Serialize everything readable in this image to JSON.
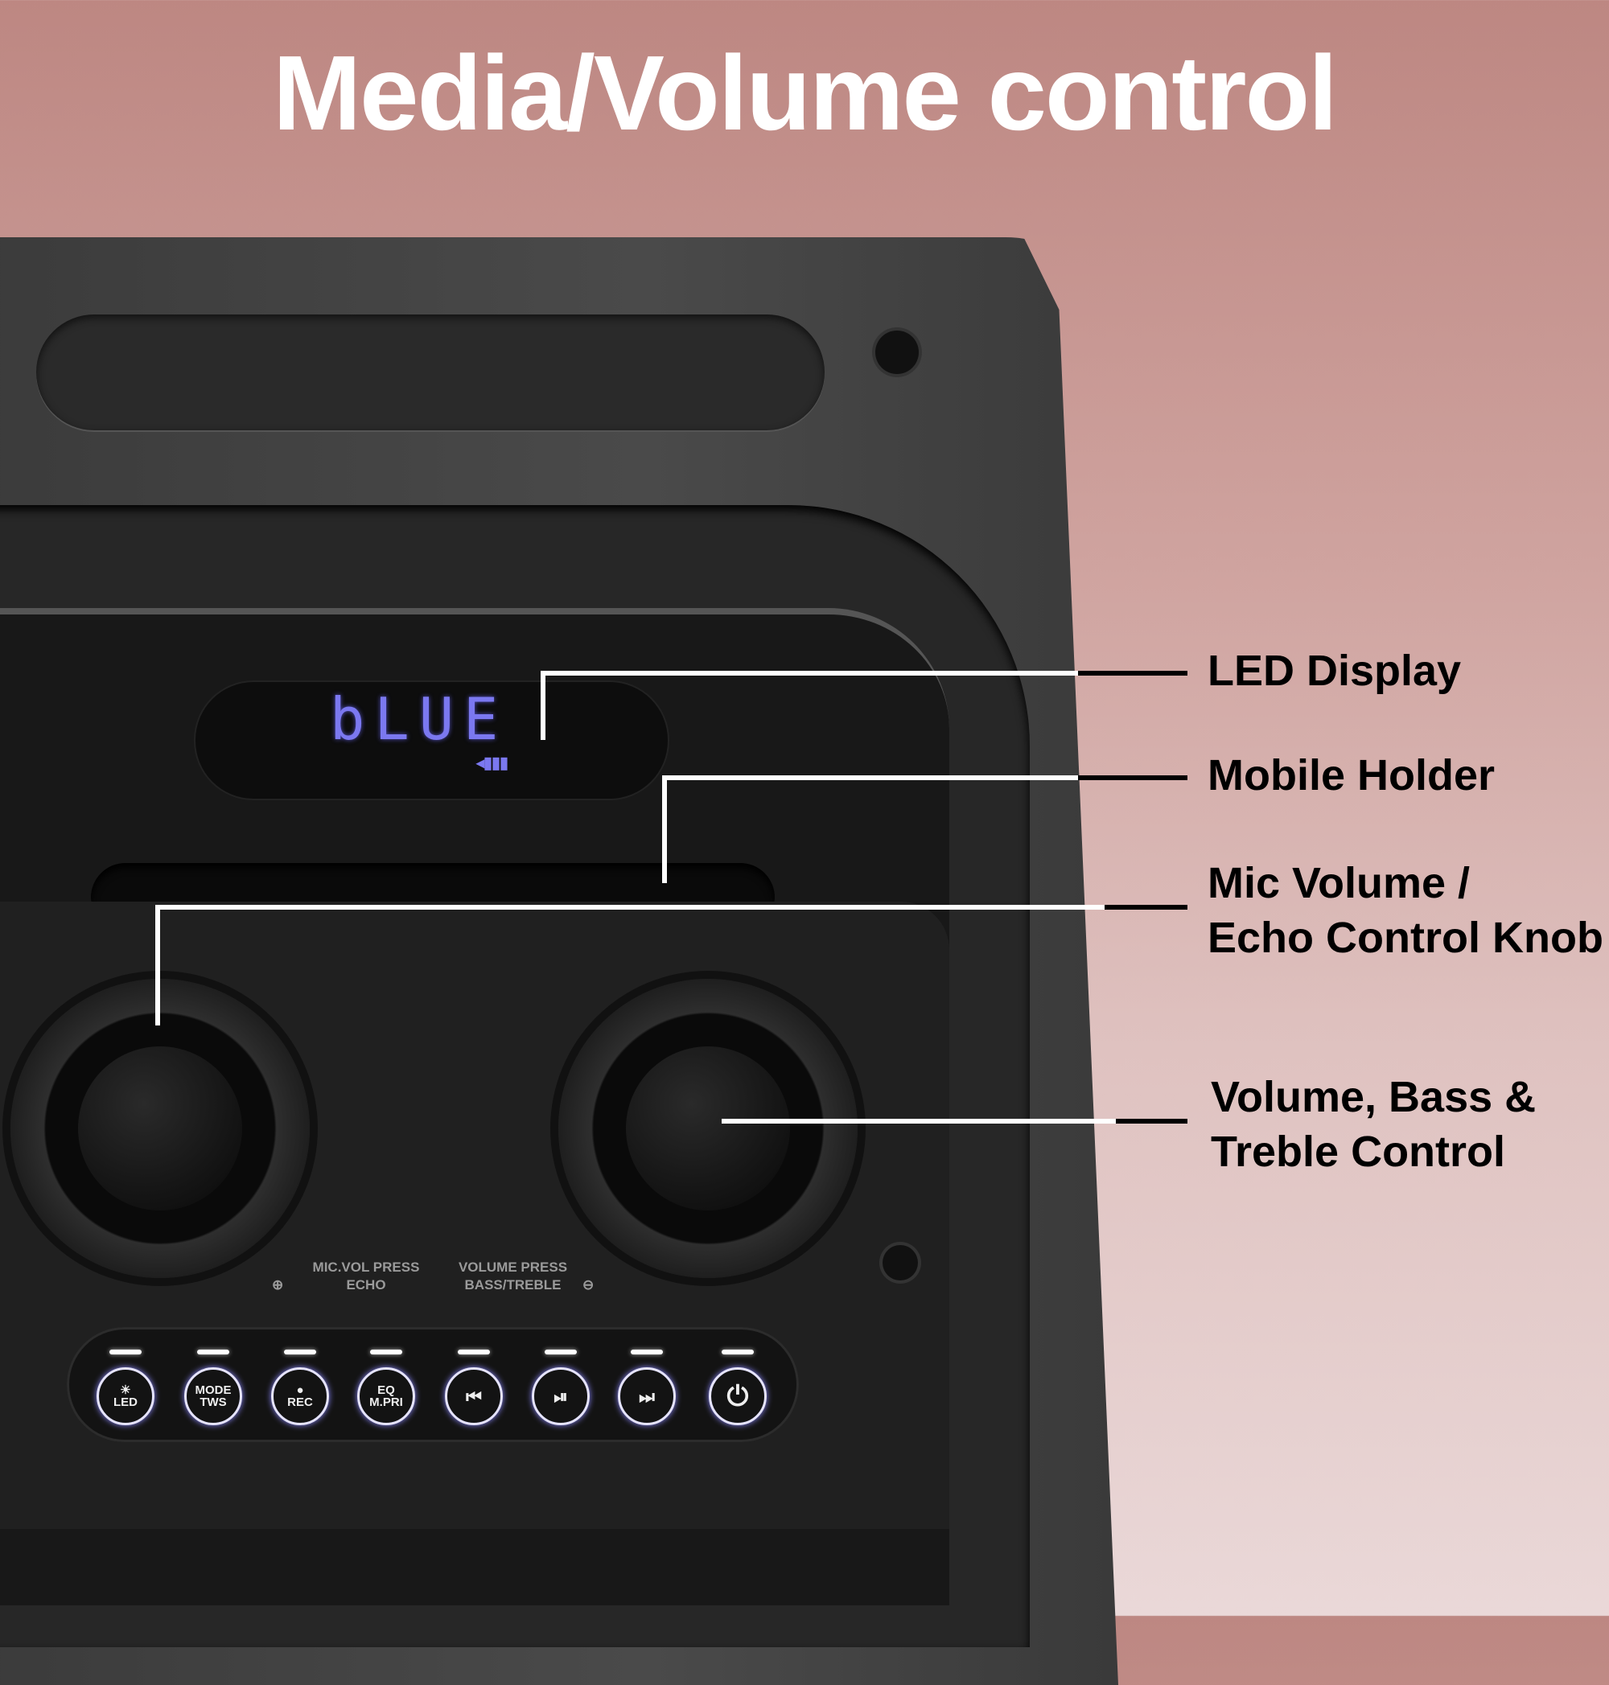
{
  "title": "Media/Volume control",
  "display": {
    "text": "bLUE",
    "battery": "◂▮▮▮"
  },
  "knob_labels": {
    "left_line1": "MIC.VOL PRESS",
    "left_line2": "ECHO",
    "left_sign": "⊕",
    "right_line1": "VOLUME PRESS",
    "right_line2": "BASS/TREBLE",
    "right_sign": "⊖"
  },
  "buttons": [
    {
      "icon": "☀",
      "label": "LED"
    },
    {
      "icon": "MODE",
      "label": "TWS"
    },
    {
      "icon": "●",
      "label": "REC"
    },
    {
      "icon": "EQ",
      "label": "M.PRI"
    },
    {
      "icon": "⏮",
      "label": ""
    },
    {
      "icon": "⏯",
      "label": ""
    },
    {
      "icon": "⏭",
      "label": ""
    },
    {
      "icon": "⏻",
      "label": ""
    }
  ],
  "callouts": {
    "led_display": "LED Display",
    "mobile_holder": "Mobile Holder",
    "mic_line1": "Mic Volume /",
    "mic_line2": "Echo Control Knob",
    "vol_line1": "Volume, Bass &",
    "vol_line2": "Treble Control"
  }
}
